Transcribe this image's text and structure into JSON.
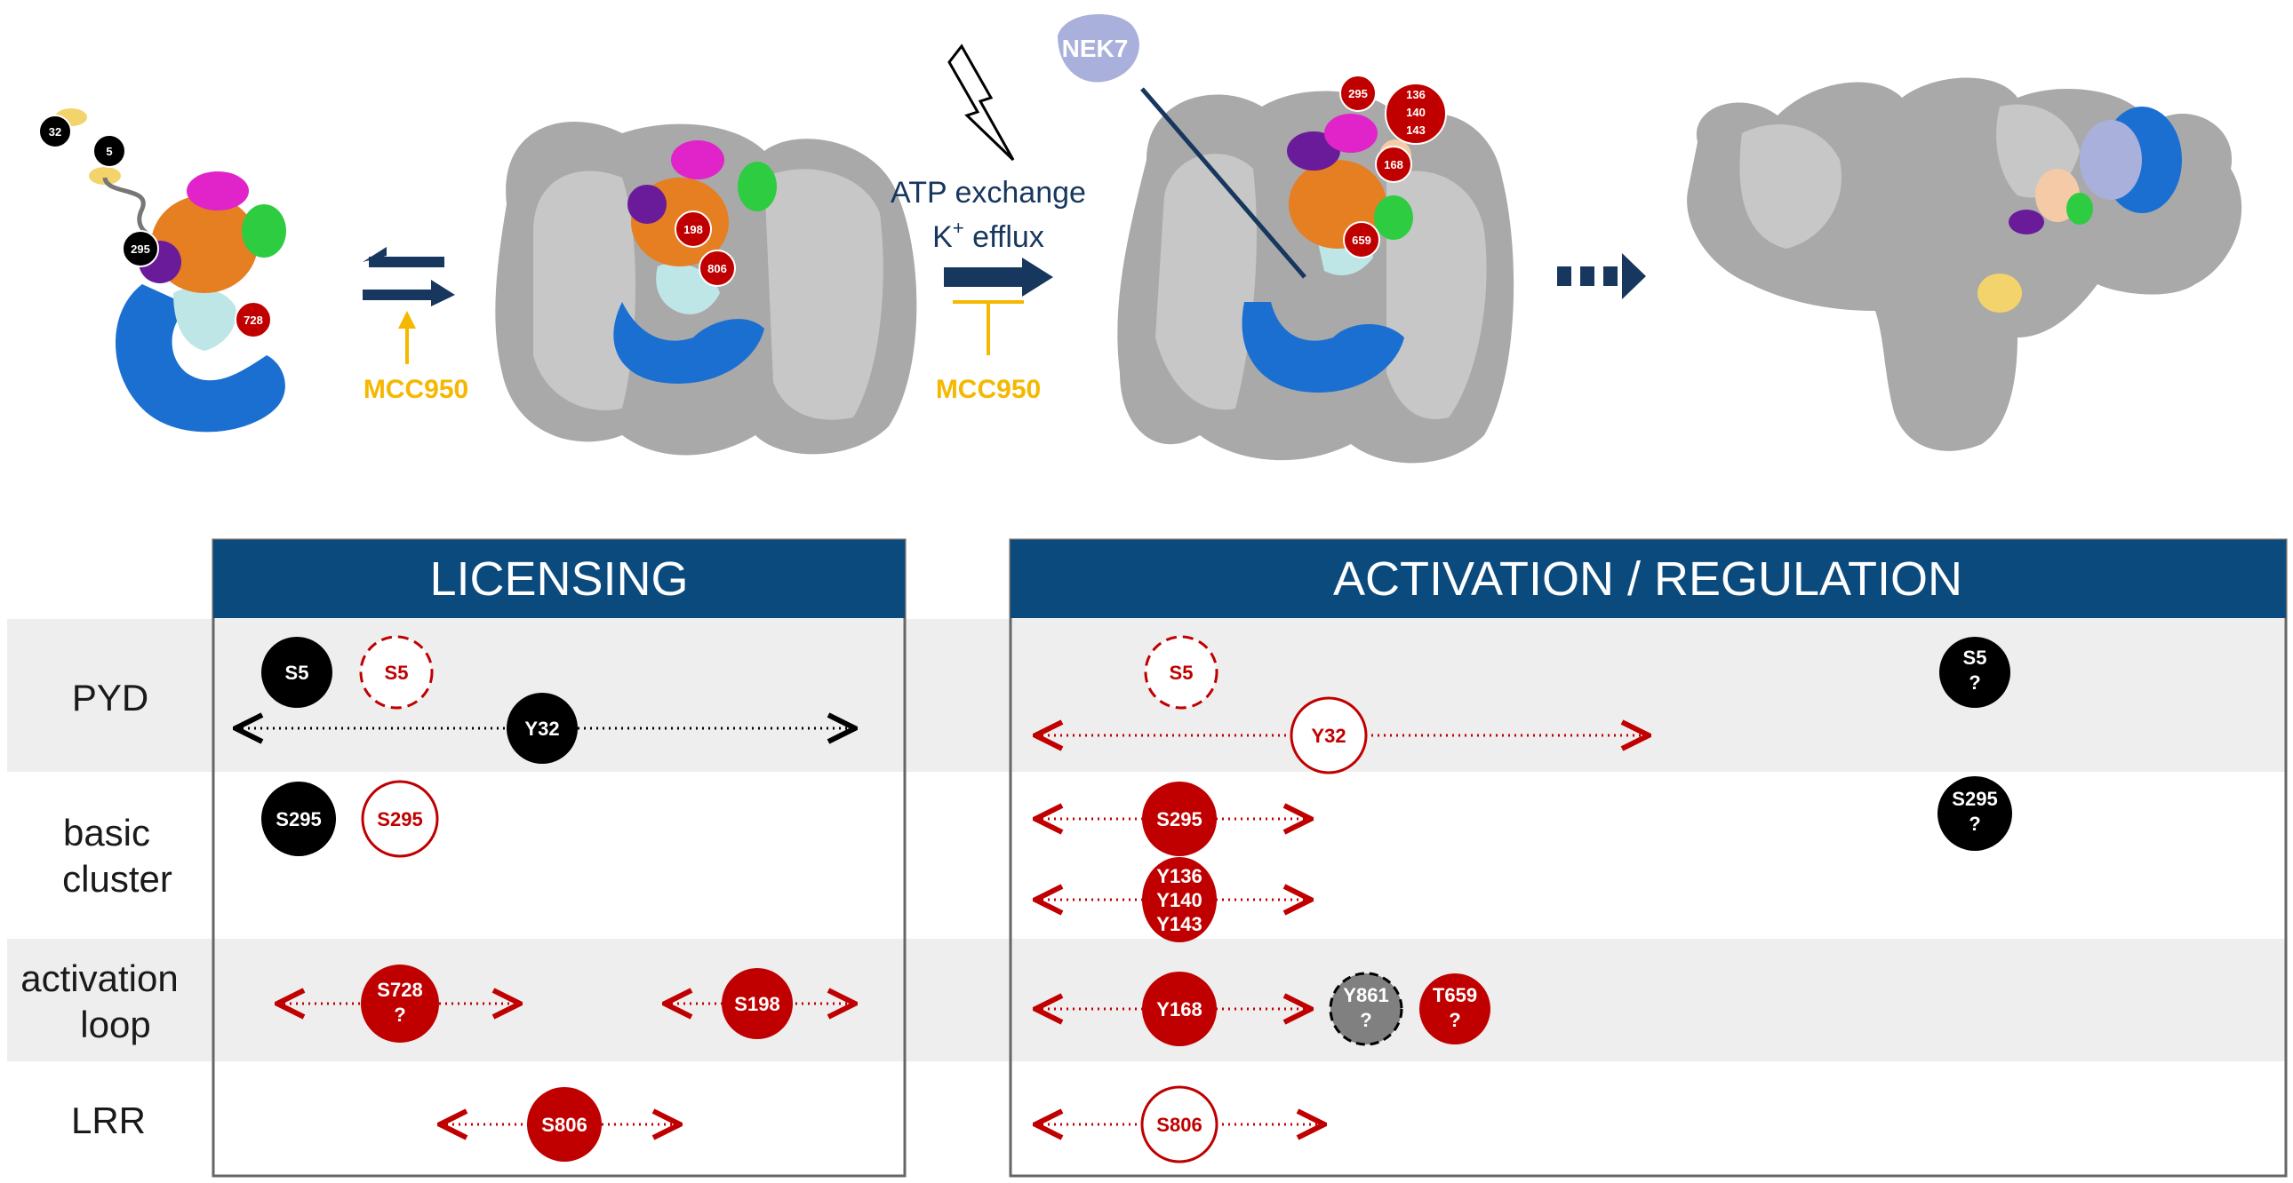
{
  "structures": {
    "s1_labels": [
      "32",
      "5",
      "295",
      "728"
    ],
    "s2_labels": [
      "198",
      "806"
    ],
    "s3_labels": [
      "295",
      "136",
      "140",
      "143",
      "168",
      "659"
    ],
    "nek7_label": "NEK7"
  },
  "steps": {
    "mcc950_left": "MCC950",
    "mcc950_right": "MCC950",
    "atp_exchange": "ATP exchange",
    "k_efflux": "K",
    "k_sup": "+",
    "k_efflux_rest": " efflux"
  },
  "panels": {
    "licensing_title": "LICENSING",
    "activation_title": "ACTIVATION / REGULATION"
  },
  "rows": {
    "pyd": "PYD",
    "basic_1": "basic",
    "basic_2": "cluster",
    "activation_1": "activation",
    "activation_2": "loop",
    "lrr": "LRR"
  },
  "marks": {
    "lic_pyd_s5_black": "S5",
    "lic_pyd_s5_dashed": "S5",
    "lic_pyd_y32": "Y32",
    "lic_basic_s295_black": "S295",
    "lic_basic_s295_open": "S295",
    "lic_act_s728": "S728",
    "lic_act_s728_q": "?",
    "lic_act_s198": "S198",
    "lic_lrr_s806": "S806",
    "act_pyd_s5_dashed": "S5",
    "act_pyd_y32": "Y32",
    "act_pyd_s5_black": "S5",
    "act_pyd_s5_black_q": "?",
    "act_basic_s295": "S295",
    "act_basic_y136": "Y136",
    "act_basic_y140": "Y140",
    "act_basic_y143": "Y143",
    "act_basic_s295_black": "S295",
    "act_basic_s295_black_q": "?",
    "act_act_y168": "Y168",
    "act_act_y861": "Y861",
    "act_act_y861_q": "?",
    "act_act_t659": "T659",
    "act_act_t659_q": "?",
    "act_lrr_s806": "S806"
  },
  "colors": {
    "navy": "#17375e",
    "header": "#0b4a7d",
    "red": "#c00000",
    "gold": "#f5b800",
    "row_shade": "#eeeeee",
    "protein_blue": "#1b6fd1",
    "protein_orange": "#e67e22",
    "protein_magenta": "#e024c9",
    "protein_purple": "#6a1b9a",
    "protein_green": "#2ecc40",
    "protein_cyan": "#bfe6e6",
    "protein_grey": "#a9a9a9",
    "protein_lavender": "#aab0dc",
    "protein_yellow": "#f3d36b"
  },
  "icons": [
    "lightning-icon",
    "equilibrium-arrows-icon",
    "inhibition-bar-icon",
    "dashed-arrow-icon"
  ]
}
